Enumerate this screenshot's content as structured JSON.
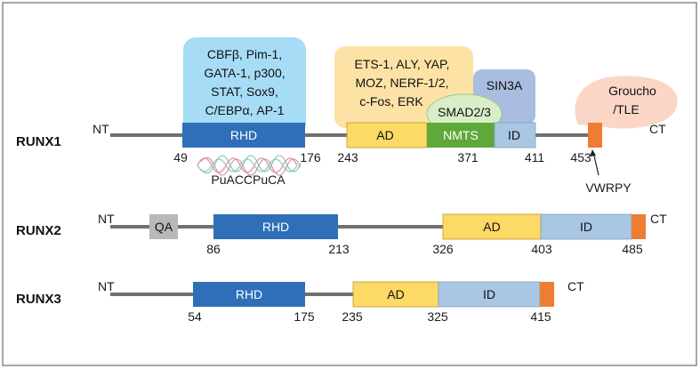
{
  "colors": {
    "rhd": "#2e6fb8",
    "ad": "#fdd965",
    "id": "#a9c7e3",
    "ct_box": "#ed7d31",
    "qa": "#b8b8b8",
    "nmts": "#5fa83a",
    "backbone": "#707070",
    "binder_blue": "#a6dcf6",
    "binder_yellow": "#fde2a6",
    "binder_sin3a": "#a9bde0",
    "binder_groucho": "#fbd6c6",
    "binder_smad": "#d9edc8",
    "frame": "#8a8a8a"
  },
  "labels": {
    "nt": "NT",
    "ct": "CT"
  },
  "binders": {
    "core": [
      "CBFβ, Pim-1,",
      "GATA-1, p300,",
      "STAT, Sox9,",
      "C/EBPα, AP-1"
    ],
    "ad": [
      "ETS-1, ALY, YAP,",
      "MOZ, NERF-1/2,",
      "c-Fos, ERK"
    ],
    "sin3a": "SIN3A",
    "smad": "SMAD2/3",
    "groucho": [
      "Groucho",
      "/TLE"
    ]
  },
  "dna_motif": "PuACCPuCA",
  "vwrpy": "VWRPY",
  "proteins": [
    {
      "name": "RUNX1",
      "domains": [
        {
          "type": "rhd",
          "label": "RHD"
        },
        {
          "type": "ad",
          "label": "AD"
        },
        {
          "type": "nmts",
          "label": "NMTS"
        },
        {
          "type": "id",
          "label": "ID"
        },
        {
          "type": "ct",
          "label": ""
        }
      ],
      "positions": [
        "49",
        "176",
        "243",
        "371",
        "411",
        "453"
      ]
    },
    {
      "name": "RUNX2",
      "domains": [
        {
          "type": "qa",
          "label": "QA"
        },
        {
          "type": "rhd",
          "label": "RHD"
        },
        {
          "type": "ad",
          "label": "AD"
        },
        {
          "type": "id",
          "label": "ID"
        },
        {
          "type": "ct",
          "label": ""
        }
      ],
      "positions": [
        "86",
        "213",
        "326",
        "403",
        "485"
      ]
    },
    {
      "name": "RUNX3",
      "domains": [
        {
          "type": "rhd",
          "label": "RHD"
        },
        {
          "type": "ad",
          "label": "AD"
        },
        {
          "type": "id",
          "label": "ID"
        },
        {
          "type": "ct",
          "label": ""
        }
      ],
      "positions": [
        "54",
        "175",
        "235",
        "325",
        "415"
      ]
    }
  ]
}
